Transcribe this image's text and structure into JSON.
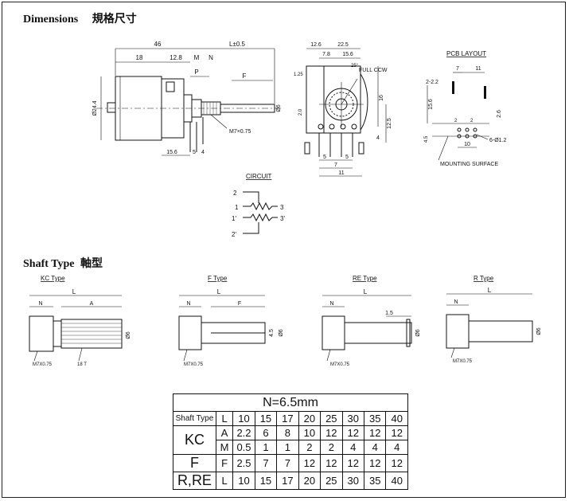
{
  "headings": {
    "dimensions": "Dimensions",
    "dimensions_cn": "規格尺寸",
    "shaft_type": "Shaft Type",
    "shaft_type_cn": "軸型"
  },
  "side_view": {
    "dim_46": "46",
    "dim_l": "L±0.5",
    "dim_18": "18",
    "dim_12_8": "12.8",
    "dim_m": "M",
    "dim_n": "N",
    "dim_p": "P",
    "dim_f": "F",
    "dim_dia44": "Ø24.4",
    "dim_dia6": "Ø6",
    "dim_15_6": "15.6",
    "dim_5": "5",
    "dim_4": "4",
    "thread": "M7×0.75"
  },
  "front_view": {
    "dim_12_6": "12.6",
    "dim_22_5": "22.5",
    "dim_7_8": "7.8",
    "dim_15_6": "15.6",
    "rotation": "FULL CCW",
    "dim_25": "25°",
    "dim_1_25": "1.25",
    "dim_2_0": "2.0",
    "dim_16": "16",
    "dim_12_5": "12.5",
    "dim_4": "4",
    "dim_5": "5",
    "dim_7": "7",
    "dim_11": "11"
  },
  "pcb_layout": {
    "title": "PCB LAYOUT",
    "dim_7": "7",
    "dim_11": "11",
    "dim_2_2": "2-2.2",
    "dim_15_6": "15.6",
    "dim_2_6": "2.6",
    "dim_4_5": "4.5",
    "dim_10": "10",
    "dim_6_hole": "6-Ø1.2",
    "mounting": "MOUNTING SURFACE",
    "dim_2": "2"
  },
  "circuit": {
    "title": "CIRCUIT",
    "pin_2": "2",
    "pin_1": "1",
    "pin_3": "3",
    "pin_1p": "1'",
    "pin_3p": "3'",
    "pin_2p": "2'"
  },
  "shaft_types": [
    {
      "label": "KC Type",
      "n": "N",
      "l": "L",
      "a": "A",
      "thread": "M7X0.75",
      "t": "18 T",
      "dia": "Ø6"
    },
    {
      "label": "F Type",
      "n": "N",
      "l": "L",
      "f": "F",
      "thread": "M7X0.75",
      "half": "4.5",
      "dia": "Ø6"
    },
    {
      "label": "RE Type",
      "n": "N",
      "l": "L",
      "slot": "1.5",
      "thread": "M7X0.75",
      "dia": "Ø6"
    },
    {
      "label": "R Type",
      "n": "N",
      "l": "L",
      "thread": "M7X0.75",
      "dia": "Ø6"
    }
  ],
  "spec_table": {
    "title": "N=6.5mm",
    "header_label": "Shaft Type",
    "header_code": "L",
    "lengths": [
      "10",
      "15",
      "17",
      "20",
      "25",
      "30",
      "35",
      "40"
    ],
    "kc_label": "KC",
    "kc_a_code": "A",
    "kc_a": [
      "2.2",
      "6",
      "8",
      "10",
      "12",
      "12",
      "12",
      "12"
    ],
    "kc_m_code": "M",
    "kc_m": [
      "0.5",
      "1",
      "1",
      "2",
      "2",
      "4",
      "4",
      "4"
    ],
    "f_label": "F",
    "f_code": "F",
    "f_values": [
      "2.5",
      "7",
      "7",
      "12",
      "12",
      "12",
      "12",
      "12"
    ],
    "r_label": "R,RE",
    "r_code": "L",
    "r_values": [
      "10",
      "15",
      "17",
      "20",
      "25",
      "30",
      "35",
      "40"
    ]
  }
}
